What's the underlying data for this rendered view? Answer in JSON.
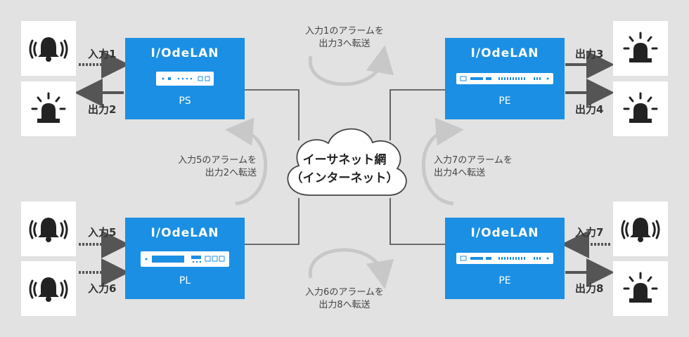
{
  "devices": {
    "ps": {
      "title": "I/OdeLAN",
      "name": "PS"
    },
    "pl": {
      "title": "I/OdeLAN",
      "name": "PL"
    },
    "pe_top": {
      "title": "I/OdeLAN",
      "name": "PE"
    },
    "pe_bottom": {
      "title": "I/OdeLAN",
      "name": "PE"
    }
  },
  "io_labels": {
    "in1": "入力1",
    "out2": "出力2",
    "in5": "入力5",
    "in6": "入力6",
    "out3": "出力3",
    "out4": "出力4",
    "in7": "入力7",
    "out8": "出力8"
  },
  "cloud": {
    "line1": "イーサネット網",
    "line2": "（インターネット）"
  },
  "captions": {
    "top": {
      "line1": "入力1のアラームを",
      "line2": "出力3へ転送"
    },
    "left": {
      "line1": "入力5のアラームを",
      "line2": "出力2へ転送"
    },
    "right": {
      "line1": "入力7のアラームを",
      "line2": "出力4へ転送"
    },
    "bottom": {
      "line1": "入力6のアラームを",
      "line2": "出力8へ転送"
    }
  },
  "icons": {
    "alarm_bell": "alarm-bell-icon",
    "beacon": "warning-beacon-icon"
  },
  "colors": {
    "device_blue": "#1b8fe3",
    "background": "#e2e2e2",
    "arrow": "#555555",
    "curve_arrow": "#c8c8c8"
  }
}
